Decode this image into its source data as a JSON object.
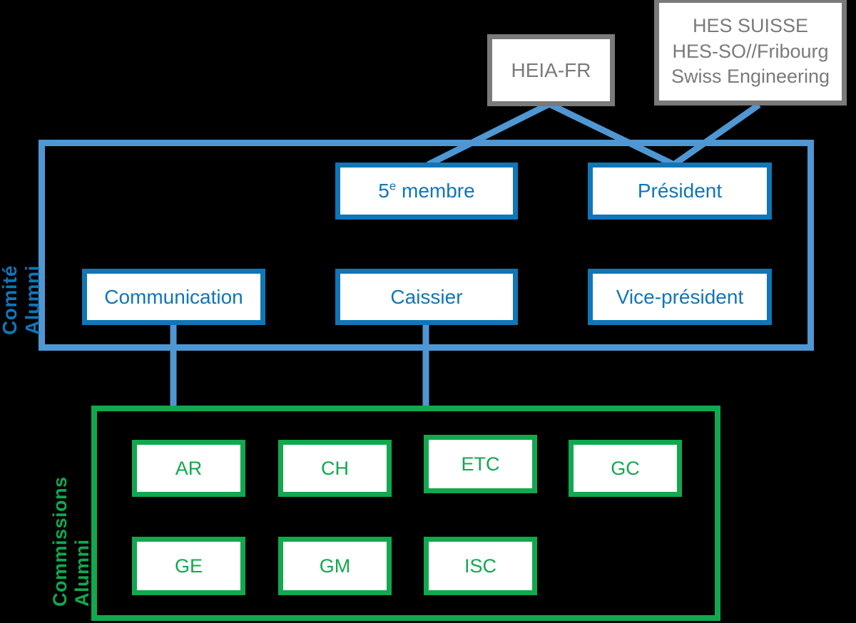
{
  "colors": {
    "background": "#000000",
    "blue_light": "#4f97d3",
    "blue_dark": "#1076b6",
    "green": "#11a84e",
    "gray": "#7a7a7a",
    "box_fill": "#ffffff"
  },
  "external_orgs": {
    "heia_fr": "HEIA-FR",
    "hes_line1": "HES SUISSE",
    "hes_line2": "HES-SO//Fribourg",
    "hes_line3": "Swiss Engineering"
  },
  "comite": {
    "group_label": "Comité Alumni",
    "cinquieme_membre_base": "5",
    "cinquieme_membre_sup": "e",
    "cinquieme_membre_rest": " membre",
    "president": "Président",
    "communication": "Communication",
    "caissier": "Caissier",
    "vice_president": "Vice-président"
  },
  "commissions": {
    "group_label": "Commissions Alumni",
    "items": [
      "AR",
      "CH",
      "ETC",
      "GC",
      "GE",
      "GM",
      "ISC"
    ]
  }
}
